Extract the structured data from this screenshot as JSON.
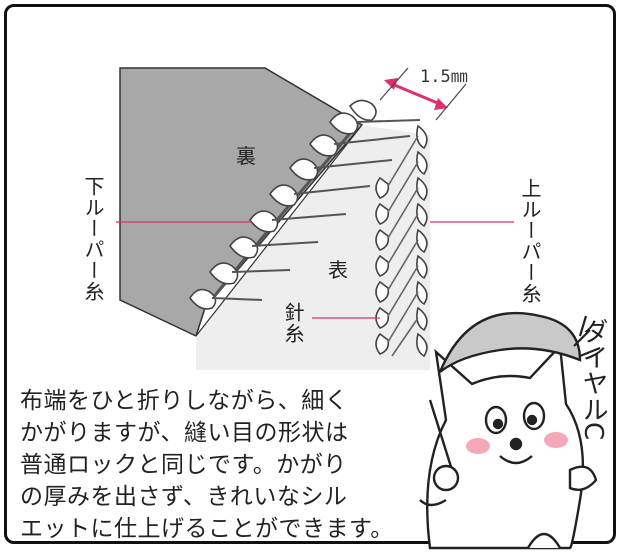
{
  "diagram": {
    "back_label": "裏",
    "front_label": "表",
    "lower_looper_label": "下ルーパー糸",
    "upper_looper_label": "上ルーパー糸",
    "needle_thread_label": "針糸",
    "width_dimension": "1.5㎜"
  },
  "description": {
    "lines": [
      "布端をひと折りしながら、細く",
      "かがりますが、縫い目の形状は",
      "普通ロックと同じです。かがり",
      "の厚みを出さず、きれいなシル",
      "エットに仕上げることができます。"
    ]
  },
  "mascot": {
    "vertical_text": "ダイヤルC"
  },
  "colors": {
    "fabric_back": "#a8a8a8",
    "fabric_front": "#eeeeee",
    "leader_line": "#d6336c",
    "arrow": "#e0306a",
    "cheek": "#f7a8b8"
  }
}
